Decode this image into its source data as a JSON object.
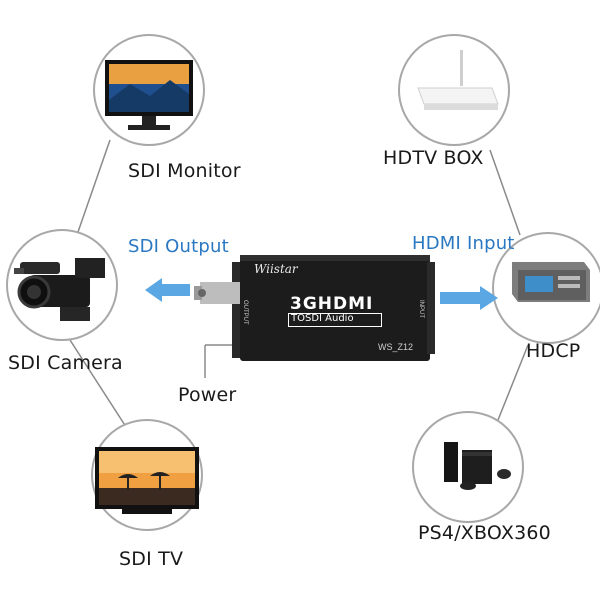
{
  "devices": {
    "sdi_monitor": "SDI Monitor",
    "sdi_camera": "SDI Camera",
    "sdi_tv": "SDI TV",
    "hdtv_box": "HDTV BOX",
    "hdcp": "HDCP",
    "ps4_xbox": "PS4/XBOX360"
  },
  "signals": {
    "sdi_output": "SDI Output",
    "hdmi_input": "HDMI Input",
    "power": "Power"
  },
  "converter": {
    "brand": "Wiistar",
    "logo_main": "3GHDMI",
    "logo_sub": "TOSDI Audio",
    "model": "WS_Z12",
    "port_output": "OUTPUT",
    "port_input": "INPUT"
  },
  "colors": {
    "accent_blue": "#2b78c2",
    "arrow_blue": "#5aa7e3",
    "line_gray": "#8a8a8a",
    "device_body": "#1c1c1c"
  }
}
